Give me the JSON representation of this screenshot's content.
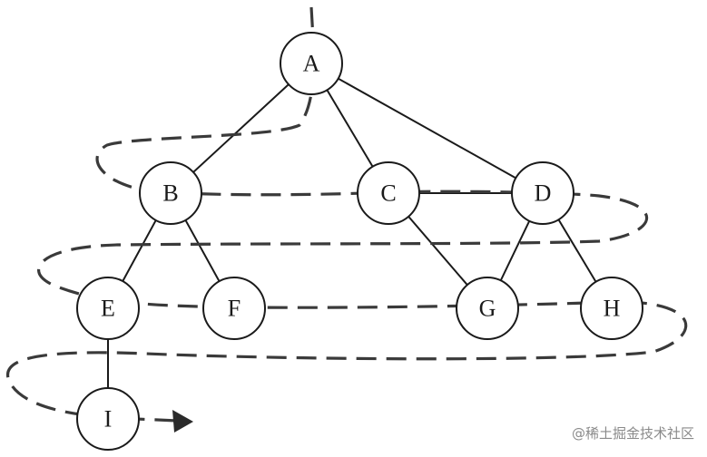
{
  "graph": {
    "nodes": [
      {
        "id": "A",
        "label": "A"
      },
      {
        "id": "B",
        "label": "B"
      },
      {
        "id": "C",
        "label": "C"
      },
      {
        "id": "D",
        "label": "D"
      },
      {
        "id": "E",
        "label": "E"
      },
      {
        "id": "F",
        "label": "F"
      },
      {
        "id": "G",
        "label": "G"
      },
      {
        "id": "H",
        "label": "H"
      },
      {
        "id": "I",
        "label": "I"
      }
    ],
    "edges": [
      [
        "A",
        "B"
      ],
      [
        "A",
        "C"
      ],
      [
        "A",
        "D"
      ],
      [
        "B",
        "E"
      ],
      [
        "B",
        "F"
      ],
      [
        "C",
        "D"
      ],
      [
        "C",
        "G"
      ],
      [
        "D",
        "G"
      ],
      [
        "D",
        "H"
      ],
      [
        "E",
        "I"
      ]
    ]
  },
  "watermark": "@稀土掘金技术社区",
  "colors": {
    "stroke": "#1a1a1a",
    "traversal": "#3a3a3a",
    "watermark": "#8a8a8a"
  }
}
